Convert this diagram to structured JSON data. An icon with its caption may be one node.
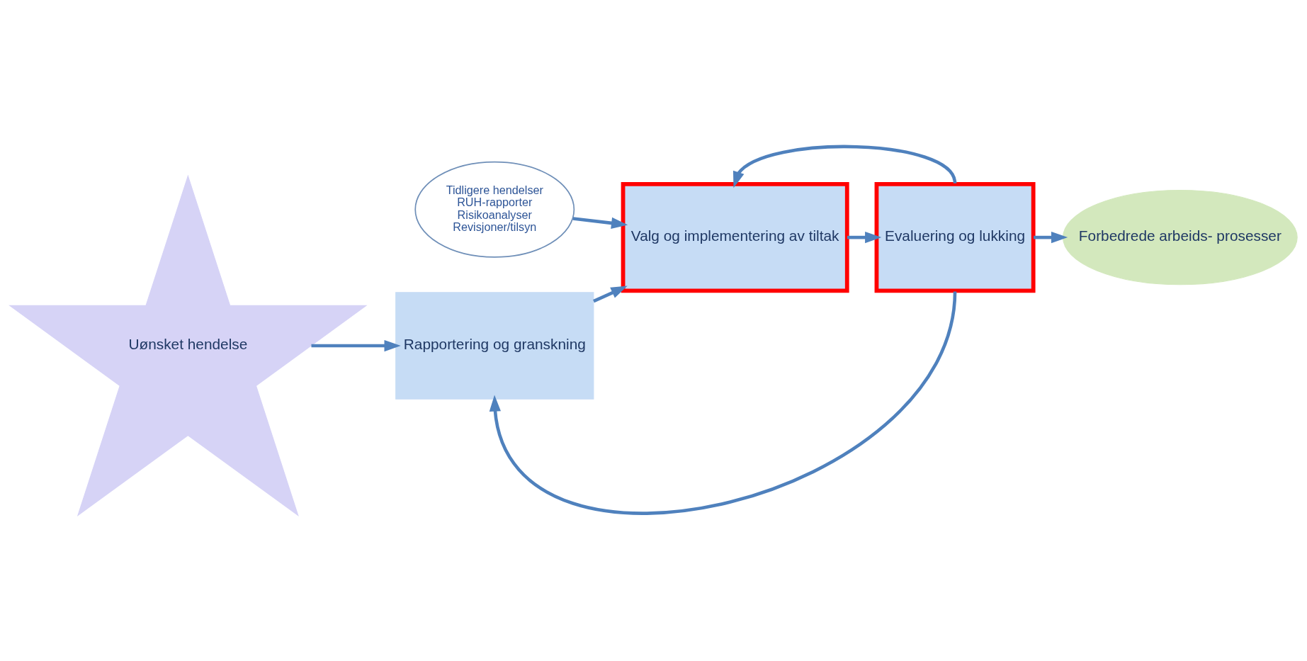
{
  "diagram": {
    "nodes": [
      {
        "text": [
          "Tidligere hendelser",
          "RUH-rapporter",
          "Risikoanalyser",
          "Revisjoner/tilsyn"
        ]
      },
      {
        "text": [
          "Uønsket hendelse"
        ]
      },
      {
        "text": [
          "Rapportering og granskning"
        ]
      },
      {
        "text": [
          "Valg og implementering av tiltak"
        ]
      },
      {
        "text": [
          "Evaluering og lukking"
        ]
      },
      {
        "text": [
          "Forbedrede arbeids- prosesser"
        ]
      }
    ],
    "edges": [
      {
        "from": 0,
        "to": 3,
        "arrow": "to"
      },
      {
        "from": 1,
        "to": 2,
        "arrow": "to"
      },
      {
        "from": 2,
        "to": 3,
        "arrow": "to"
      },
      {
        "from": 3,
        "to": 4,
        "arrow": "to"
      },
      {
        "from": 4,
        "to": 5,
        "arrow": "to"
      },
      {
        "from": 4,
        "to": 3,
        "arrow": "to"
      },
      {
        "from": 4,
        "to": 2,
        "arrow": "to"
      }
    ]
  }
}
